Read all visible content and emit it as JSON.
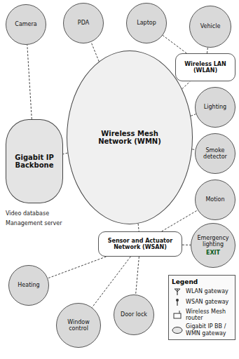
{
  "diagram": {
    "nodes": [
      {
        "text": [
          "Wireless Mesh Network (WMN)"
        ]
      },
      {
        "text": [
          "Gigabit IP Backbone"
        ]
      },
      {
        "text": [
          "Wireless LAN (WLAN)"
        ]
      },
      {
        "text": [
          "Sensor and Actuator Network (WSAN)"
        ]
      },
      {
        "text": [
          "Camera"
        ]
      },
      {
        "text": [
          "PDA"
        ]
      },
      {
        "text": [
          "Laptop"
        ]
      },
      {
        "text": [
          "Vehicle"
        ]
      },
      {
        "text": [
          "Lighting"
        ]
      },
      {
        "text": [
          "Smoke detector"
        ]
      },
      {
        "text": [
          "Motion"
        ]
      },
      {
        "text": [
          "Emergency lighting",
          "EXIT"
        ]
      },
      {
        "text": [
          "Heating"
        ]
      },
      {
        "text": [
          "Window control"
        ]
      },
      {
        "text": [
          "Door lock"
        ]
      }
    ],
    "edges": [
      {
        "from": 0,
        "to": 1,
        "arrow": "none"
      },
      {
        "from": 0,
        "to": 2,
        "arrow": "none"
      },
      {
        "from": 0,
        "to": 3,
        "arrow": "none"
      },
      {
        "from": 1,
        "to": 4,
        "arrow": "none"
      },
      {
        "from": 0,
        "to": 5,
        "arrow": "none"
      },
      {
        "from": 2,
        "to": 6,
        "arrow": "none"
      },
      {
        "from": 2,
        "to": 7,
        "arrow": "none"
      },
      {
        "from": 0,
        "to": 8,
        "arrow": "none"
      },
      {
        "from": 0,
        "to": 9,
        "arrow": "none"
      },
      {
        "from": 3,
        "to": 10,
        "arrow": "none"
      },
      {
        "from": 3,
        "to": 11,
        "arrow": "none"
      },
      {
        "from": 3,
        "to": 12,
        "arrow": "none"
      },
      {
        "from": 3,
        "to": 13,
        "arrow": "none"
      },
      {
        "from": 3,
        "to": 14,
        "arrow": "none"
      }
    ],
    "labels": [
      "Video database",
      "Management server",
      "Legend"
    ],
    "legend": [
      {
        "text": "WLAN gateway"
      },
      {
        "text": "WSAN gateway"
      },
      {
        "text": "Wireless Mesh router"
      },
      {
        "text": "Gigabit IP BB / WMN gateway"
      }
    ]
  }
}
